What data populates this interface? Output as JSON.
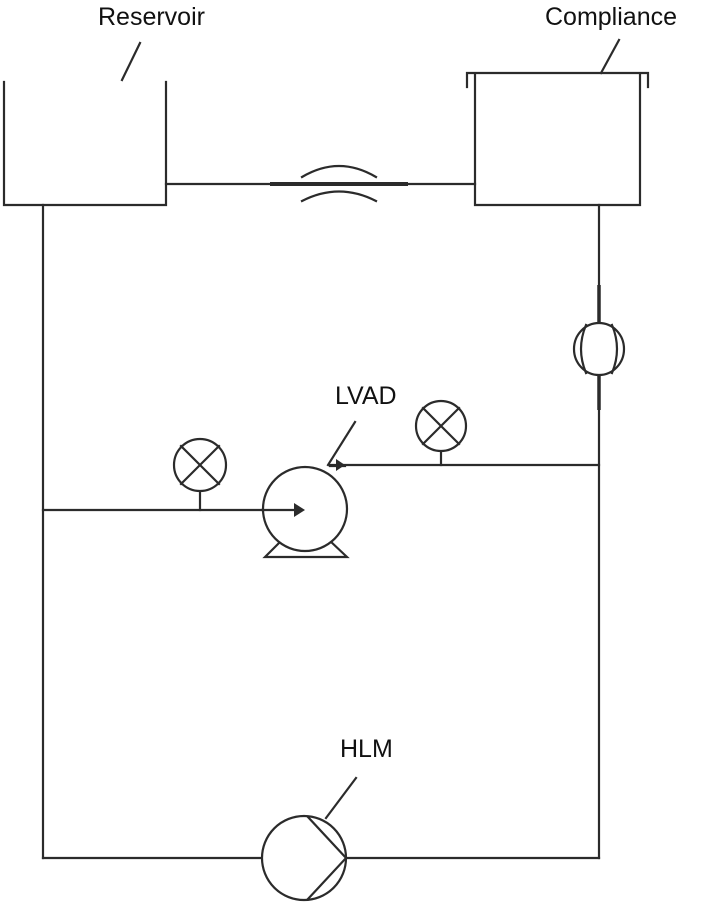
{
  "labels": {
    "reservoir": "Reservoir",
    "compliance": "Compliance",
    "lvad": "LVAD",
    "hlm": "HLM"
  },
  "colors": {
    "line": "#2b2b2b",
    "text": "#111111",
    "background": "#ffffff"
  }
}
